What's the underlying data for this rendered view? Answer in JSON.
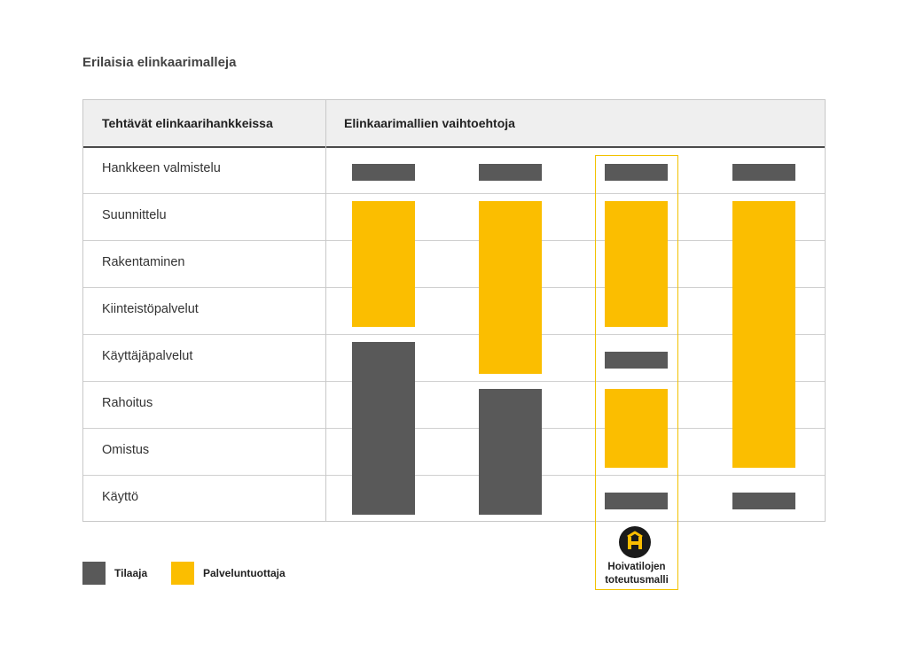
{
  "title": "Erilaisia elinkaarimalleja",
  "header": {
    "col1": "Tehtävät elinkaarihankkeissa",
    "col2": "Elinkaarimallien vaihtoehtoja"
  },
  "rows": [
    "Hankkeen valmistelu",
    "Suunnittelu",
    "Rakentaminen",
    "Kiinteistöpalvelut",
    "Käyttäjäpalvelut",
    "Rahoitus",
    "Omistus",
    "Käyttö"
  ],
  "legend": [
    {
      "label": "Tilaaja",
      "color": "#595959"
    },
    {
      "label": "Palveluntuottaja",
      "color": "#fbbe00"
    }
  ],
  "highlight": {
    "model_column": 3,
    "name": "Hoivatilojen toteutusmalli",
    "icon": "h-house-logo-icon",
    "border_color": "#f2c200"
  },
  "models": [
    {
      "segments": [
        {
          "role": "Tilaaja",
          "rows": [
            "Hankkeen valmistelu"
          ]
        },
        {
          "role": "Palveluntuottaja",
          "rows": [
            "Suunnittelu",
            "Rakentaminen",
            "Kiinteistöpalvelut"
          ]
        },
        {
          "role": "Tilaaja",
          "rows": [
            "Käyttäjäpalvelut",
            "Rahoitus",
            "Omistus",
            "Käyttö"
          ]
        }
      ]
    },
    {
      "segments": [
        {
          "role": "Tilaaja",
          "rows": [
            "Hankkeen valmistelu"
          ]
        },
        {
          "role": "Palveluntuottaja",
          "rows": [
            "Suunnittelu",
            "Rakentaminen",
            "Kiinteistöpalvelut",
            "Käyttäjäpalvelut"
          ]
        },
        {
          "role": "Tilaaja",
          "rows": [
            "Rahoitus",
            "Omistus",
            "Käyttö"
          ]
        }
      ]
    },
    {
      "segments": [
        {
          "role": "Tilaaja",
          "rows": [
            "Hankkeen valmistelu"
          ]
        },
        {
          "role": "Palveluntuottaja",
          "rows": [
            "Suunnittelu",
            "Rakentaminen",
            "Kiinteistöpalvelut"
          ]
        },
        {
          "role": "Tilaaja",
          "rows": [
            "Käyttäjäpalvelut"
          ]
        },
        {
          "role": "Palveluntuottaja",
          "rows": [
            "Rahoitus",
            "Omistus"
          ]
        },
        {
          "role": "Tilaaja",
          "rows": [
            "Käyttö"
          ]
        }
      ]
    },
    {
      "segments": [
        {
          "role": "Tilaaja",
          "rows": [
            "Hankkeen valmistelu"
          ]
        },
        {
          "role": "Palveluntuottaja",
          "rows": [
            "Suunnittelu",
            "Rakentaminen",
            "Kiinteistöpalvelut",
            "Käyttäjäpalvelut",
            "Rahoitus",
            "Omistus"
          ]
        },
        {
          "role": "Tilaaja",
          "rows": [
            "Käyttö"
          ]
        }
      ]
    }
  ]
}
